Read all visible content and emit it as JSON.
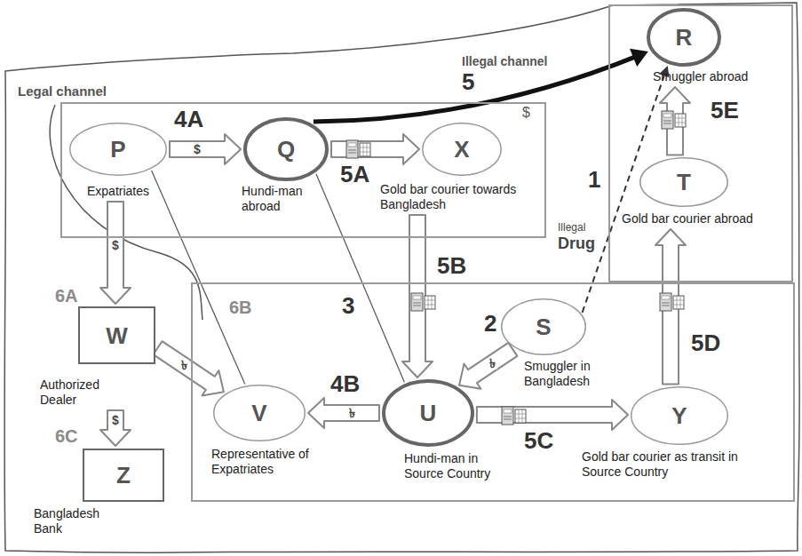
{
  "diagram": {
    "nodes": [
      {
        "text": [
          "Legal channel"
        ]
      },
      {
        "text": [
          "P",
          "Expatriates"
        ],
        "in": 0
      },
      {
        "text": [
          "Q",
          "Hundi-man abroad"
        ],
        "in": 0
      },
      {
        "text": [
          "X",
          "Gold bar courier towards Bangladesh"
        ],
        "in": 0
      },
      {
        "text": []
      },
      {
        "text": [
          "R",
          "Smuggler abroad"
        ],
        "in": 4
      },
      {
        "text": [
          "T",
          "Gold bar courier abroad"
        ],
        "in": 4
      },
      {
        "text": []
      },
      {
        "text": [
          "S",
          "Smuggler in Bangladesh"
        ],
        "in": 7
      },
      {
        "text": [
          "V",
          "Representative of Expatriates"
        ],
        "in": 7
      },
      {
        "text": [
          "U",
          "Hundi-man in Source Country"
        ],
        "in": 7
      },
      {
        "text": [
          "Y",
          "Gold bar courier as transit in Source Country"
        ],
        "in": 7
      },
      {
        "text": [
          "W",
          "Authorized Dealer"
        ]
      },
      {
        "text": [
          "Z",
          "Bangladesh Bank"
        ]
      }
    ],
    "edges": [
      {
        "from": 1,
        "to": 2,
        "arrow": "to",
        "label": "$"
      },
      {
        "from": 2,
        "to": 5,
        "arrow": "to"
      },
      {
        "from": 2,
        "to": 3,
        "arrow": "to"
      },
      {
        "from": 3,
        "to": 10,
        "arrow": "to"
      },
      {
        "from": 8,
        "to": 10,
        "arrow": "to",
        "label": "৳"
      },
      {
        "from": 8,
        "to": 5,
        "arrow": "to"
      },
      {
        "from": 10,
        "to": 9,
        "arrow": "to",
        "label": "৳"
      },
      {
        "from": 10,
        "to": 11,
        "arrow": "to"
      },
      {
        "from": 11,
        "to": 6,
        "arrow": "to"
      },
      {
        "from": 6,
        "to": 5,
        "arrow": "to"
      },
      {
        "from": 1,
        "to": 12,
        "arrow": "to",
        "label": "$"
      },
      {
        "from": 12,
        "to": 9,
        "arrow": "to",
        "label": "৳"
      },
      {
        "from": 12,
        "to": 13,
        "arrow": "to",
        "label": "$"
      },
      {
        "from": 1,
        "to": 9,
        "arrow": "none"
      },
      {
        "from": 2,
        "to": 10,
        "arrow": "none"
      }
    ],
    "labels": [
      "4A",
      "Illegal channel",
      "5",
      "$",
      "5A",
      "1",
      "Illegal",
      "Drug",
      "5E",
      "2",
      "5B",
      "3",
      "6A",
      "6B",
      "4B",
      "5D",
      "5C",
      "6C"
    ]
  }
}
